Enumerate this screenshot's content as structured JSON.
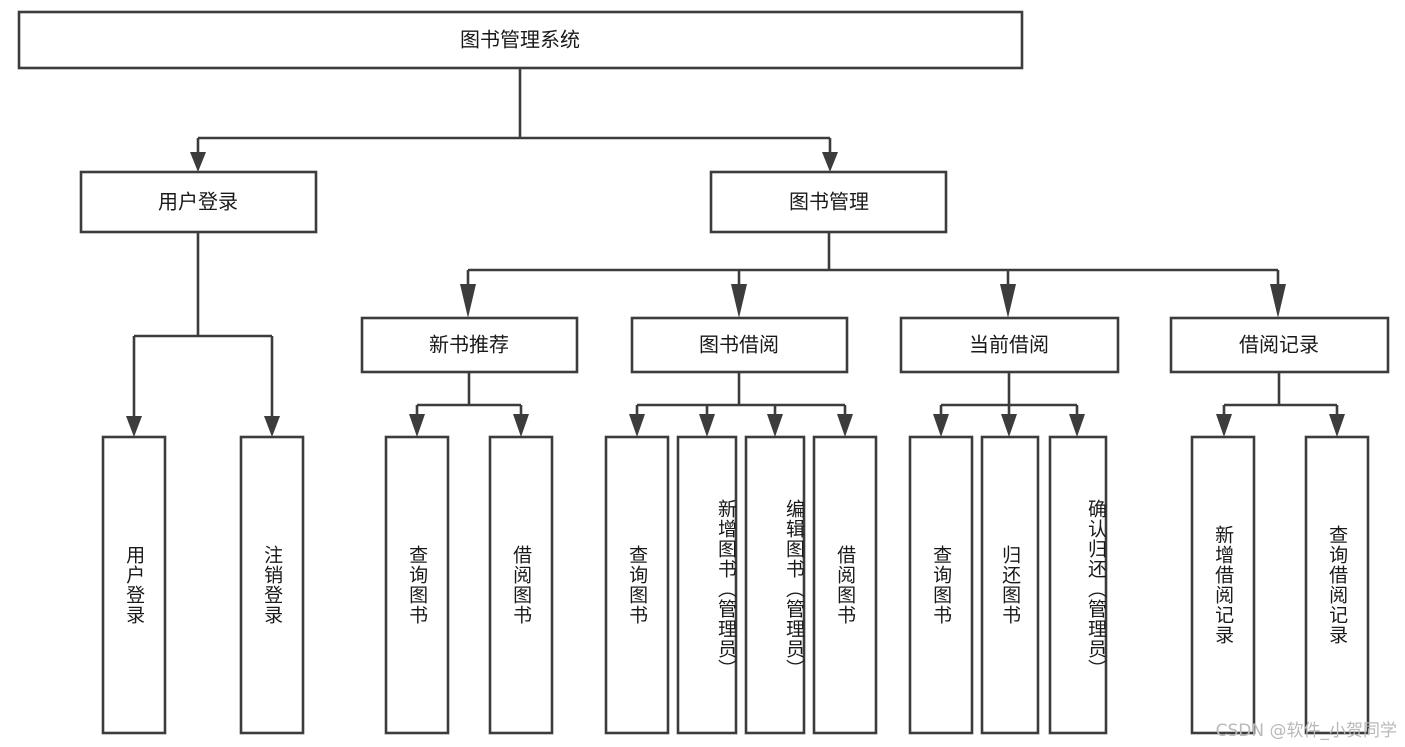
{
  "diagram": {
    "title": "图书管理系统",
    "watermark": "CSDN @软件_小贺同学",
    "colors": {
      "background": "#ffffff",
      "box_fill": "#ffffff",
      "box_stroke": "#3c3c3c",
      "text": "#1a1a1a",
      "watermark": "#b9b9b9"
    },
    "levels": {
      "root": "图书管理系统",
      "level2": [
        "用户登录",
        "图书管理"
      ],
      "level3": [
        "新书推荐",
        "图书借阅",
        "当前借阅",
        "借阅记录"
      ]
    },
    "nodes": {
      "root": {
        "label": "图书管理系统"
      },
      "user_login": {
        "label": "用户登录"
      },
      "book_manage": {
        "label": "图书管理"
      },
      "new_book_rec": {
        "label": "新书推荐"
      },
      "book_borrow": {
        "label": "图书借阅"
      },
      "current_borrow": {
        "label": "当前借阅"
      },
      "borrow_record": {
        "label": "借阅记录"
      }
    },
    "leaves": {
      "user_login": [
        {
          "label": "用户登录"
        },
        {
          "label": "注销登录"
        }
      ],
      "new_book_rec": [
        {
          "label": "查询图书"
        },
        {
          "label": "借阅图书"
        }
      ],
      "book_borrow": [
        {
          "label": "查询图书"
        },
        {
          "label": "新增图书（管理员）"
        },
        {
          "label": "编辑图书（管理员）"
        },
        {
          "label": "借阅图书"
        }
      ],
      "current_borrow": [
        {
          "label": "查询图书"
        },
        {
          "label": "归还图书"
        },
        {
          "label": "确认归还（管理员）"
        }
      ],
      "borrow_record": [
        {
          "label": "新增借阅记录"
        },
        {
          "label": "查询借阅记录"
        }
      ]
    },
    "chart_data": {
      "type": "diagram",
      "subtype": "tree",
      "title": "图书管理系统",
      "orientation": "top-down",
      "edge_style": "orthogonal-arrow",
      "tree": {
        "label": "图书管理系统",
        "children": [
          {
            "label": "用户登录",
            "children": [
              {
                "label": "用户登录"
              },
              {
                "label": "注销登录"
              }
            ]
          },
          {
            "label": "图书管理",
            "children": [
              {
                "label": "新书推荐",
                "children": [
                  {
                    "label": "查询图书"
                  },
                  {
                    "label": "借阅图书"
                  }
                ]
              },
              {
                "label": "图书借阅",
                "children": [
                  {
                    "label": "查询图书"
                  },
                  {
                    "label": "新增图书（管理员）"
                  },
                  {
                    "label": "编辑图书（管理员）"
                  },
                  {
                    "label": "借阅图书"
                  }
                ]
              },
              {
                "label": "当前借阅",
                "children": [
                  {
                    "label": "查询图书"
                  },
                  {
                    "label": "归还图书"
                  },
                  {
                    "label": "确认归还（管理员）"
                  }
                ]
              },
              {
                "label": "借阅记录",
                "children": [
                  {
                    "label": "新增借阅记录"
                  },
                  {
                    "label": "查询借阅记录"
                  }
                ]
              }
            ]
          }
        ]
      }
    }
  }
}
